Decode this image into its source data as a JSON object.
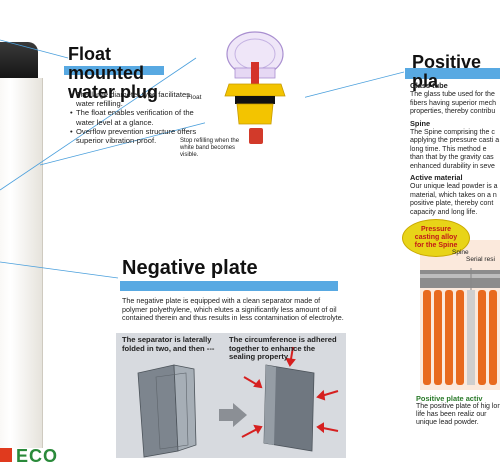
{
  "logo": {
    "mark_color": "#e03a1e",
    "text": "ECO",
    "text_color": "#2a8a3a"
  },
  "float_section": {
    "title_line1": "Float mounted",
    "title_line2": "water plug",
    "bullets": [
      "The large diameter type facilitates water refilling.",
      "The float enables verification of the water level at a glance.",
      "Overflow prevention structure offers superior vibration-proof."
    ],
    "float_label": "Float",
    "stop_label": "Stop refilling when the white band becomes visible."
  },
  "positive_section": {
    "title": "Positive pla",
    "glass_heading": "Glass tube",
    "glass_text": "The glass tube used for the fibers having superior mech properties, thereby contribu",
    "spine_heading": "Spine",
    "spine_text": "The Spine comprising the c applying the pressure casti a long time. This method e than that by the gravity cas enhanced durability in seve",
    "active_heading": "Active material",
    "active_text": "Our unique lead powder is a material, which takes on a n positive plate, thereby cont capacity and long life.",
    "badge": [
      "Pressure",
      "casting alloy",
      "for the Spine"
    ],
    "spine_label": "Spine",
    "serial_label": "Serial resi",
    "plate_active_heading": "Positive plate activ",
    "plate_active_text": "The positive plate of hig long life has been realiz our unique lead powder."
  },
  "negative_section": {
    "title": "Negative plate",
    "description": "The negative plate is equipped with a clean separator made of polymer polyethylene, which elutes a significantly less amount of oil contained therein and thus results in less contamination of electrolyte.",
    "caption_left": "The separator is laterally folded in two, and then ---",
    "caption_right": "The circumference is adhered together to enhance the sealing property"
  },
  "colors": {
    "accent_bar": "#58a9e2",
    "connector_line": "#4a9fdc",
    "plug_yellow": "#f2c200",
    "plug_red": "#d23a2a"
  }
}
